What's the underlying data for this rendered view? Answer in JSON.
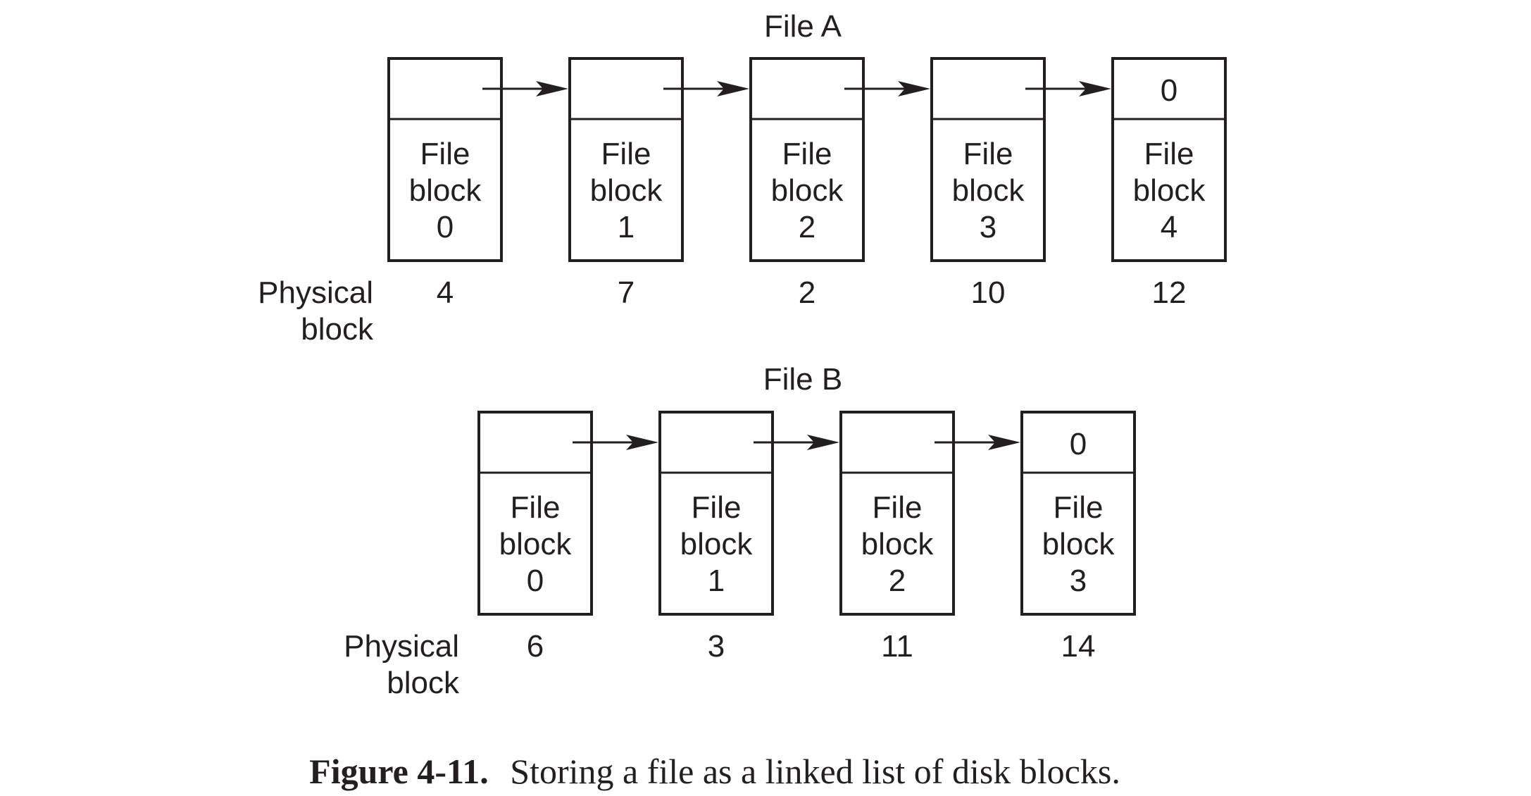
{
  "files": [
    {
      "title": "File A",
      "row_label": [
        "Physical",
        "block"
      ],
      "blocks": [
        {
          "pointer": "",
          "label": [
            "File",
            "block",
            "0"
          ],
          "physical": "4"
        },
        {
          "pointer": "",
          "label": [
            "File",
            "block",
            "1"
          ],
          "physical": "7"
        },
        {
          "pointer": "",
          "label": [
            "File",
            "block",
            "2"
          ],
          "physical": "2"
        },
        {
          "pointer": "",
          "label": [
            "File",
            "block",
            "3"
          ],
          "physical": "10"
        },
        {
          "pointer": "0",
          "label": [
            "File",
            "block",
            "4"
          ],
          "physical": "12"
        }
      ]
    },
    {
      "title": "File B",
      "row_label": [
        "Physical",
        "block"
      ],
      "blocks": [
        {
          "pointer": "",
          "label": [
            "File",
            "block",
            "0"
          ],
          "physical": "6"
        },
        {
          "pointer": "",
          "label": [
            "File",
            "block",
            "1"
          ],
          "physical": "3"
        },
        {
          "pointer": "",
          "label": [
            "File",
            "block",
            "2"
          ],
          "physical": "11"
        },
        {
          "pointer": "0",
          "label": [
            "File",
            "block",
            "3"
          ],
          "physical": "14"
        }
      ]
    }
  ],
  "caption": {
    "label": "Figure 4-11.",
    "text": "Storing a file as a linked list of disk blocks."
  },
  "colors": {
    "ink": "#231f20",
    "background": "#ffffff"
  }
}
